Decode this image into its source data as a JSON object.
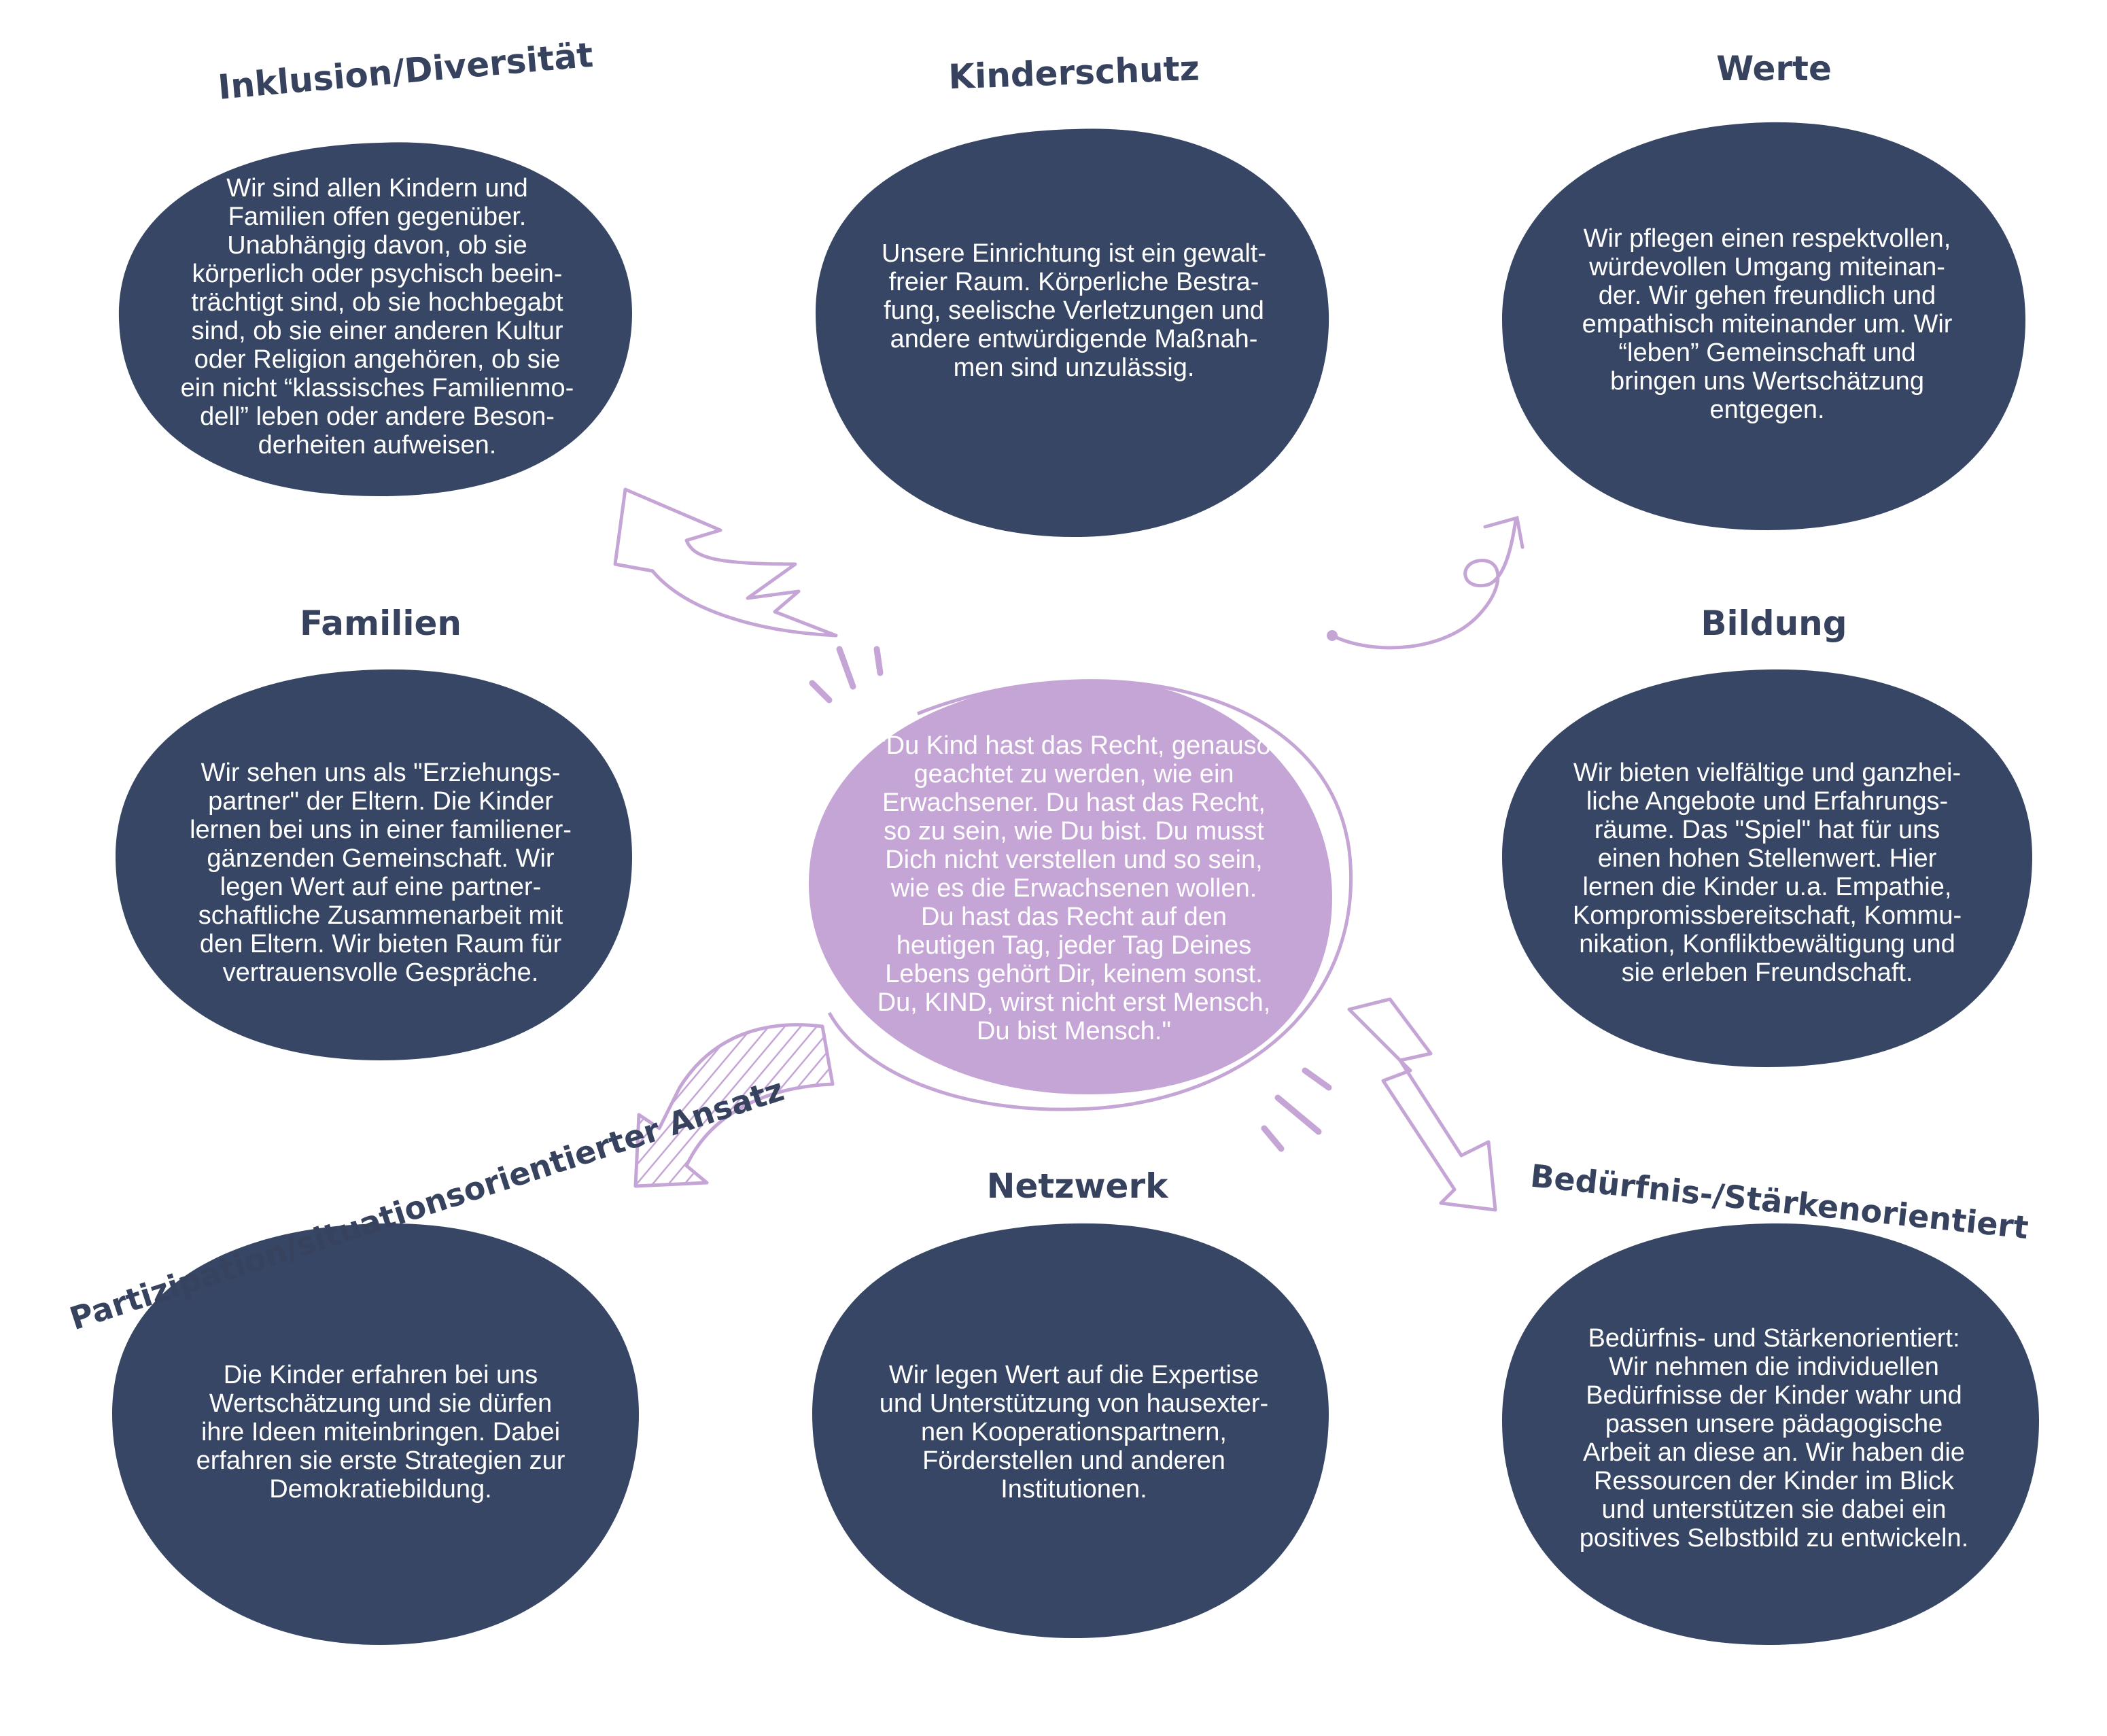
{
  "colors": {
    "blob": "#374664",
    "center": "#c5a5d5",
    "accent": "#c5a5d5",
    "title": "#36425e"
  },
  "boxes": [
    {
      "id": "inklusion",
      "title": "Inklusion/Diversität",
      "lines": [
        "Wir sind allen Kindern und",
        "Familien offen gegenüber.",
        "Unabhängig davon, ob sie",
        "körperlich oder psychisch beein-",
        "trächtigt sind, ob sie hochbegabt",
        "sind, ob sie einer anderen Kultur",
        "oder Religion angehören, ob sie",
        "ein nicht “klassisches Familienmo-",
        "dell” leben oder andere Beson-",
        "derheiten aufweisen."
      ]
    },
    {
      "id": "kinderschutz",
      "title": "Kinderschutz",
      "lines": [
        "Unsere Einrichtung ist ein gewalt-",
        "freier Raum. Körperliche Bestra-",
        "fung, seelische Verletzungen und",
        "andere entwürdigende Maßnah-",
        "men sind unzulässig."
      ]
    },
    {
      "id": "werte",
      "title": "Werte",
      "lines": [
        "Wir pflegen einen respektvollen,",
        "würdevollen Umgang miteinan-",
        "der. Wir gehen freundlich und",
        "empathisch miteinander um. Wir",
        "“leben” Gemeinschaft und",
        "bringen uns Wertschätzung",
        "entgegen."
      ]
    },
    {
      "id": "familien",
      "title": "Familien",
      "lines": [
        "Wir sehen uns als \"Erziehungs-",
        "partner\" der Eltern. Die Kinder",
        "lernen bei uns in einer familiener-",
        "gänzenden Gemeinschaft. Wir",
        "legen Wert auf eine partner-",
        "schaftliche Zusammenarbeit mit",
        "den Eltern. Wir bieten Raum für",
        "vertrauensvolle Gespräche."
      ]
    },
    {
      "id": "bildung",
      "title": "Bildung",
      "lines": [
        "Wir bieten vielfältige und ganzhei-",
        "liche Angebote und Erfahrungs-",
        "räume. Das \"Spiel\" hat für uns",
        "einen hohen Stellenwert. Hier",
        "lernen die Kinder u.a. Empathie,",
        "Kompromissbereitschaft, Kommu-",
        "nikation, Konfliktbewältigung und",
        "sie erleben Freundschaft."
      ]
    },
    {
      "id": "partizipation",
      "title": "Partizipation/situationsorientierter Ansatz",
      "lines": [
        "Die Kinder erfahren bei uns",
        "Wertschätzung und sie dürfen",
        "ihre Ideen miteinbringen. Dabei",
        "erfahren sie erste Strategien zur",
        "Demokratiebildung."
      ]
    },
    {
      "id": "netzwerk",
      "title": "Netzwerk",
      "lines": [
        "Wir legen Wert auf die Expertise",
        "und Unterstützung von hausexter-",
        "nen Kooperationspartnern,",
        "Förderstellen und anderen",
        "Institutionen."
      ]
    },
    {
      "id": "beduerfnis",
      "title": "Bedürfnis-/Stärkenorientiert",
      "lines": [
        "Bedürfnis- und Stärkenorientiert:",
        "Wir nehmen die individuellen",
        "Bedürfnisse der Kinder wahr und",
        "passen unsere pädagogische",
        "Arbeit an diese an. Wir haben die",
        "Ressourcen der Kinder im Blick",
        "und unterstützen sie dabei ein",
        "positives Selbstbild zu entwickeln."
      ]
    }
  ],
  "center": {
    "lines": [
      "\"Du Kind hast das Recht, genauso",
      "geachtet zu werden, wie ein",
      "Erwachsener. Du hast das Recht,",
      "so zu sein, wie Du bist. Du musst",
      "Dich nicht verstellen und so sein,",
      "wie es die Erwachsenen wollen.",
      "Du hast das Recht auf den",
      "heutigen Tag, jeder Tag Deines",
      "Lebens gehört Dir, keinem sonst.",
      "Du, KIND, wirst nicht erst Mensch,",
      "Du bist Mensch.\""
    ]
  }
}
